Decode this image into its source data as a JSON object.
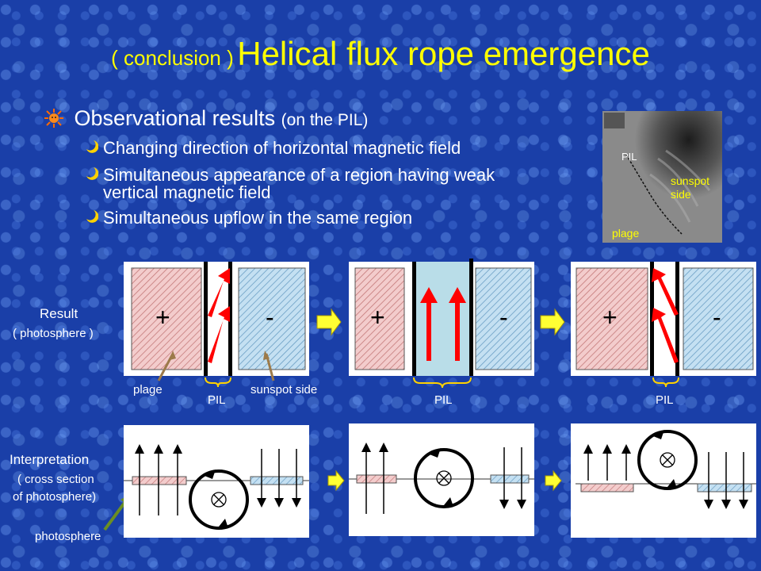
{
  "title": {
    "prefix": "( conclusion )",
    "main": "Helical flux rope emergence"
  },
  "observational": {
    "heading": "Observational  results",
    "heading_note": "(on the PIL)",
    "items": [
      "Changing direction of horizontal magnetic field",
      "Simultaneous appearance of a region having weak",
      "vertical magnetic field",
      "Simultaneous upflow in the same region"
    ]
  },
  "inset": {
    "pil": "PIL",
    "sunspot_side": "sunspot",
    "sunspot_side2": "side",
    "plage": "plage"
  },
  "result": {
    "label": "Result",
    "sublabel": "( photosphere )",
    "plus": "+",
    "minus": "-",
    "plage": "plage",
    "sunspot_side": "sunspot side",
    "pil": "PIL"
  },
  "interpretation": {
    "label": "Interpretation",
    "sub1": "( cross section",
    "sub2": "of photosphere)",
    "photosphere": "photosphere",
    "cross": "⊗"
  },
  "colors": {
    "title": "#ffff00",
    "arrow": "#ff0000",
    "plus_box": "#f0c0c0",
    "minus_box": "#b0d4ec",
    "pil_mid": "#b9dde8"
  }
}
